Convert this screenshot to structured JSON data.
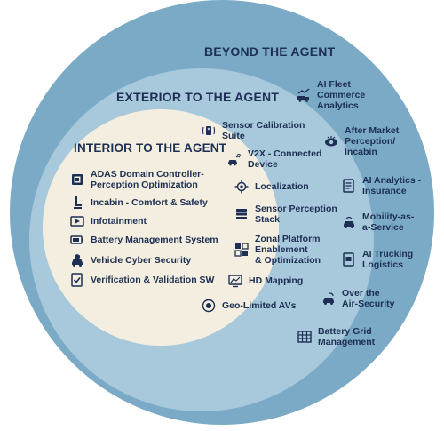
{
  "colors": {
    "outer_ring": "#7aaac6",
    "middle_ring": "#a8c8dc",
    "inner_core": "#f3eedf",
    "text": "#1d2f52"
  },
  "beyond": {
    "title": "BEYOND THE AGENT",
    "items": [
      {
        "label": "AI Fleet\nCommerce\nAnalytics",
        "icon": "fleet-analytics-icon"
      },
      {
        "label": "After Market\nPerception/\nIncabin",
        "icon": "eye-icon"
      },
      {
        "label": "AI Analytics -\nInsurance",
        "icon": "insurance-document-icon"
      },
      {
        "label": "Mobility-as-\na-Service",
        "icon": "mobility-car-icon"
      },
      {
        "label": "AI Trucking\nLogistics",
        "icon": "trucking-document-icon"
      },
      {
        "label": "Over the\nAir-Security",
        "icon": "ota-car-icon"
      },
      {
        "label": "Battery Grid\nManagement",
        "icon": "battery-grid-icon"
      }
    ]
  },
  "exterior": {
    "title": "EXTERIOR TO THE AGENT",
    "items": [
      {
        "label": "Sensor Calibration\nSuite",
        "icon": "sensor-calibration-icon"
      },
      {
        "label": "V2X - Connected\nDevice",
        "icon": "v2x-icon"
      },
      {
        "label": "Localization",
        "icon": "localization-icon"
      },
      {
        "label": "Sensor Perception\nStack",
        "icon": "sensor-stack-icon"
      },
      {
        "label": "Zonal Platform\nEnablement\n& Optimization",
        "icon": "zonal-platform-icon"
      },
      {
        "label": "HD Mapping",
        "icon": "hd-map-icon"
      },
      {
        "label": "Geo-Limited AVs",
        "icon": "geo-limited-icon"
      }
    ]
  },
  "interior": {
    "title": "INTERIOR TO THE AGENT",
    "items": [
      {
        "label": "ADAS Domain Controller-\nPerception Optimization",
        "icon": "domain-controller-icon"
      },
      {
        "label": "Incabin - Comfort & Safety",
        "icon": "seat-icon"
      },
      {
        "label": "Infotainment",
        "icon": "infotainment-icon"
      },
      {
        "label": "Battery Management System",
        "icon": "battery-icon"
      },
      {
        "label": "Vehicle Cyber Security",
        "icon": "car-security-icon"
      },
      {
        "label": "Verification & Validation SW",
        "icon": "verification-icon"
      }
    ]
  }
}
